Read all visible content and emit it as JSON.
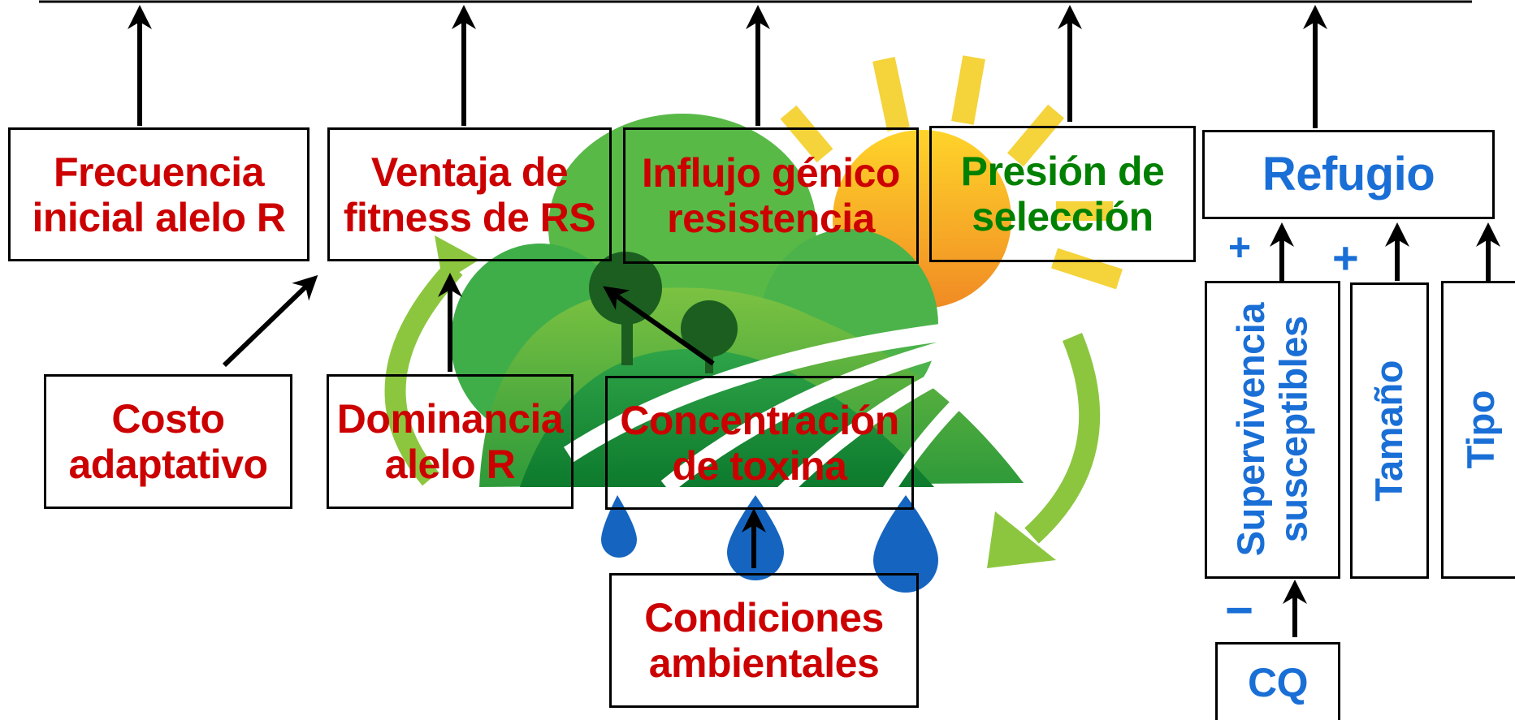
{
  "nodes": {
    "frecuencia": [
      "Frecuencia",
      "inicial alelo R"
    ],
    "ventaja": [
      "Ventaja de",
      "fitness de RS"
    ],
    "influjo": [
      "Influjo génico",
      "resistencia"
    ],
    "presion": [
      "Presión de",
      "selección"
    ],
    "refugio": "Refugio",
    "costo": [
      "Costo",
      "adaptativo"
    ],
    "dominancia": [
      "Dominancia",
      "alelo R"
    ],
    "concentracion": [
      "Concentración",
      "de toxina"
    ],
    "condiciones": [
      "Condiciones",
      "ambientales"
    ],
    "supervivencia": [
      "Supervivencia",
      "susceptibles"
    ],
    "tamano": "Tamaño",
    "tipo": "Tipo",
    "cq": "CQ"
  },
  "signs": {
    "supervivencia_refugio": "+",
    "tamano_refugio": "+",
    "cq_supervivencia": "−"
  },
  "colors": {
    "red_text": "#cc0000",
    "green_text": "#008000",
    "blue_text": "#1a6fd6",
    "sun": "#f5c518",
    "field_green": "#1e8f2e",
    "light_green": "#8cc63f",
    "rain": "#1565c0"
  }
}
